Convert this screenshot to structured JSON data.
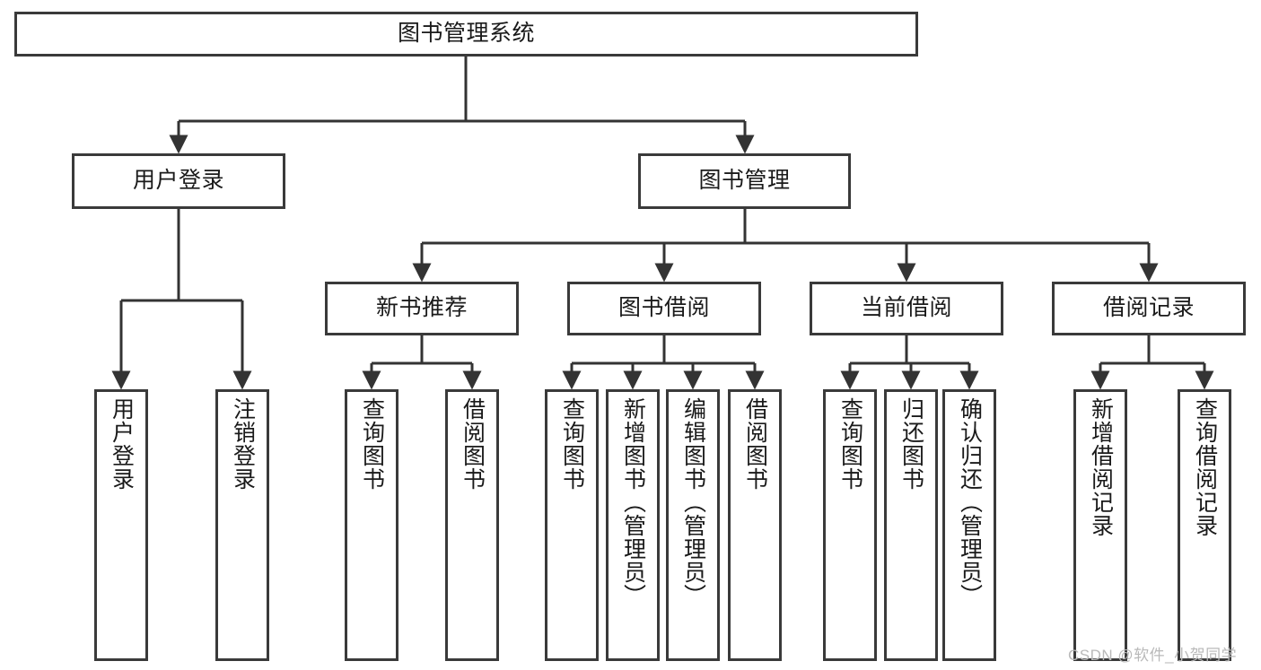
{
  "diagram": {
    "title": "图书管理系统",
    "type": "tree-structure-chart",
    "watermark": "CSDN @软件_小贺同学",
    "colors": {
      "node_border": "#3a3a3a",
      "node_fill": "#ffffff",
      "connector": "#333333",
      "text": "#1a1a1a",
      "watermark": "#b9b9b9"
    },
    "nodes": {
      "root": {
        "label": "图书管理系统"
      },
      "level2": [
        {
          "label": "用户登录"
        },
        {
          "label": "图书管理"
        }
      ],
      "level3": [
        {
          "label": "新书推荐"
        },
        {
          "label": "图书借阅"
        },
        {
          "label": "当前借阅"
        },
        {
          "label": "借阅记录"
        }
      ],
      "leaves": {
        "user_login": [
          {
            "label": "用户登录"
          },
          {
            "label": "注销登录"
          }
        ],
        "new_book_recommend": [
          {
            "label": "查询图书"
          },
          {
            "label": "借阅图书"
          }
        ],
        "book_borrow": [
          {
            "label": "查询图书"
          },
          {
            "label": "新增图书（管理员）"
          },
          {
            "label": "编辑图书（管理员）"
          },
          {
            "label": "借阅图书"
          }
        ],
        "current_borrow": [
          {
            "label": "查询图书"
          },
          {
            "label": "归还图书"
          },
          {
            "label": "确认归还（管理员）"
          }
        ],
        "borrow_record": [
          {
            "label": "新增借阅记录"
          },
          {
            "label": "查询借阅记录"
          }
        ]
      }
    }
  }
}
